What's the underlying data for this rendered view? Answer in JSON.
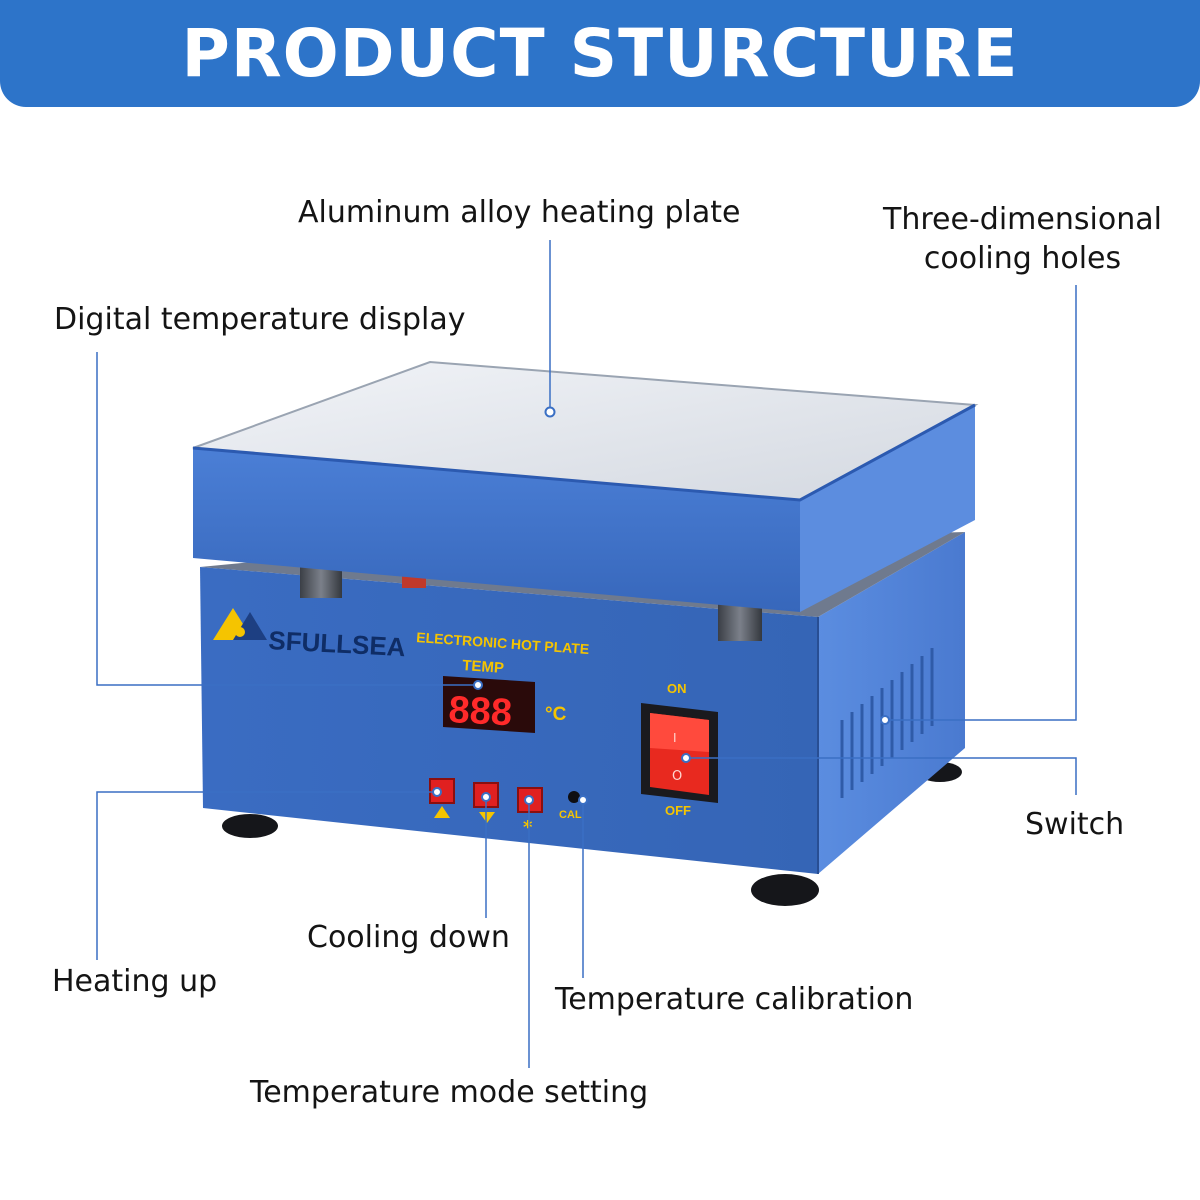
{
  "header": {
    "title": "PRODUCT STURCTURE"
  },
  "callouts": {
    "heating_plate": "Aluminum alloy heating plate",
    "cooling_holes_line1": "Three-dimensional",
    "cooling_holes_line2": "cooling holes",
    "temp_display": "Digital temperature display",
    "switch": "Switch",
    "cooling_down": "Cooling down",
    "heating_up": "Heating up",
    "temp_calibration": "Temperature calibration",
    "temp_mode": "Temperature mode setting"
  },
  "device": {
    "brand": "SFULLSEA",
    "model_label": "ELECTRONIC HOT PLATE",
    "temp_label": "TEMP",
    "display_value": "888",
    "unit": "°C",
    "switch_on": "ON",
    "switch_off": "OFF",
    "cal_label": "CAL",
    "power_symbol_on": "I",
    "power_symbol_off": "O"
  },
  "colors": {
    "banner": "#2d74c9",
    "body_blue": "#3f72c8",
    "display_red": "#ff2a2a",
    "accent_yellow": "#f5c400",
    "leader_line": "#3a6fc4"
  }
}
